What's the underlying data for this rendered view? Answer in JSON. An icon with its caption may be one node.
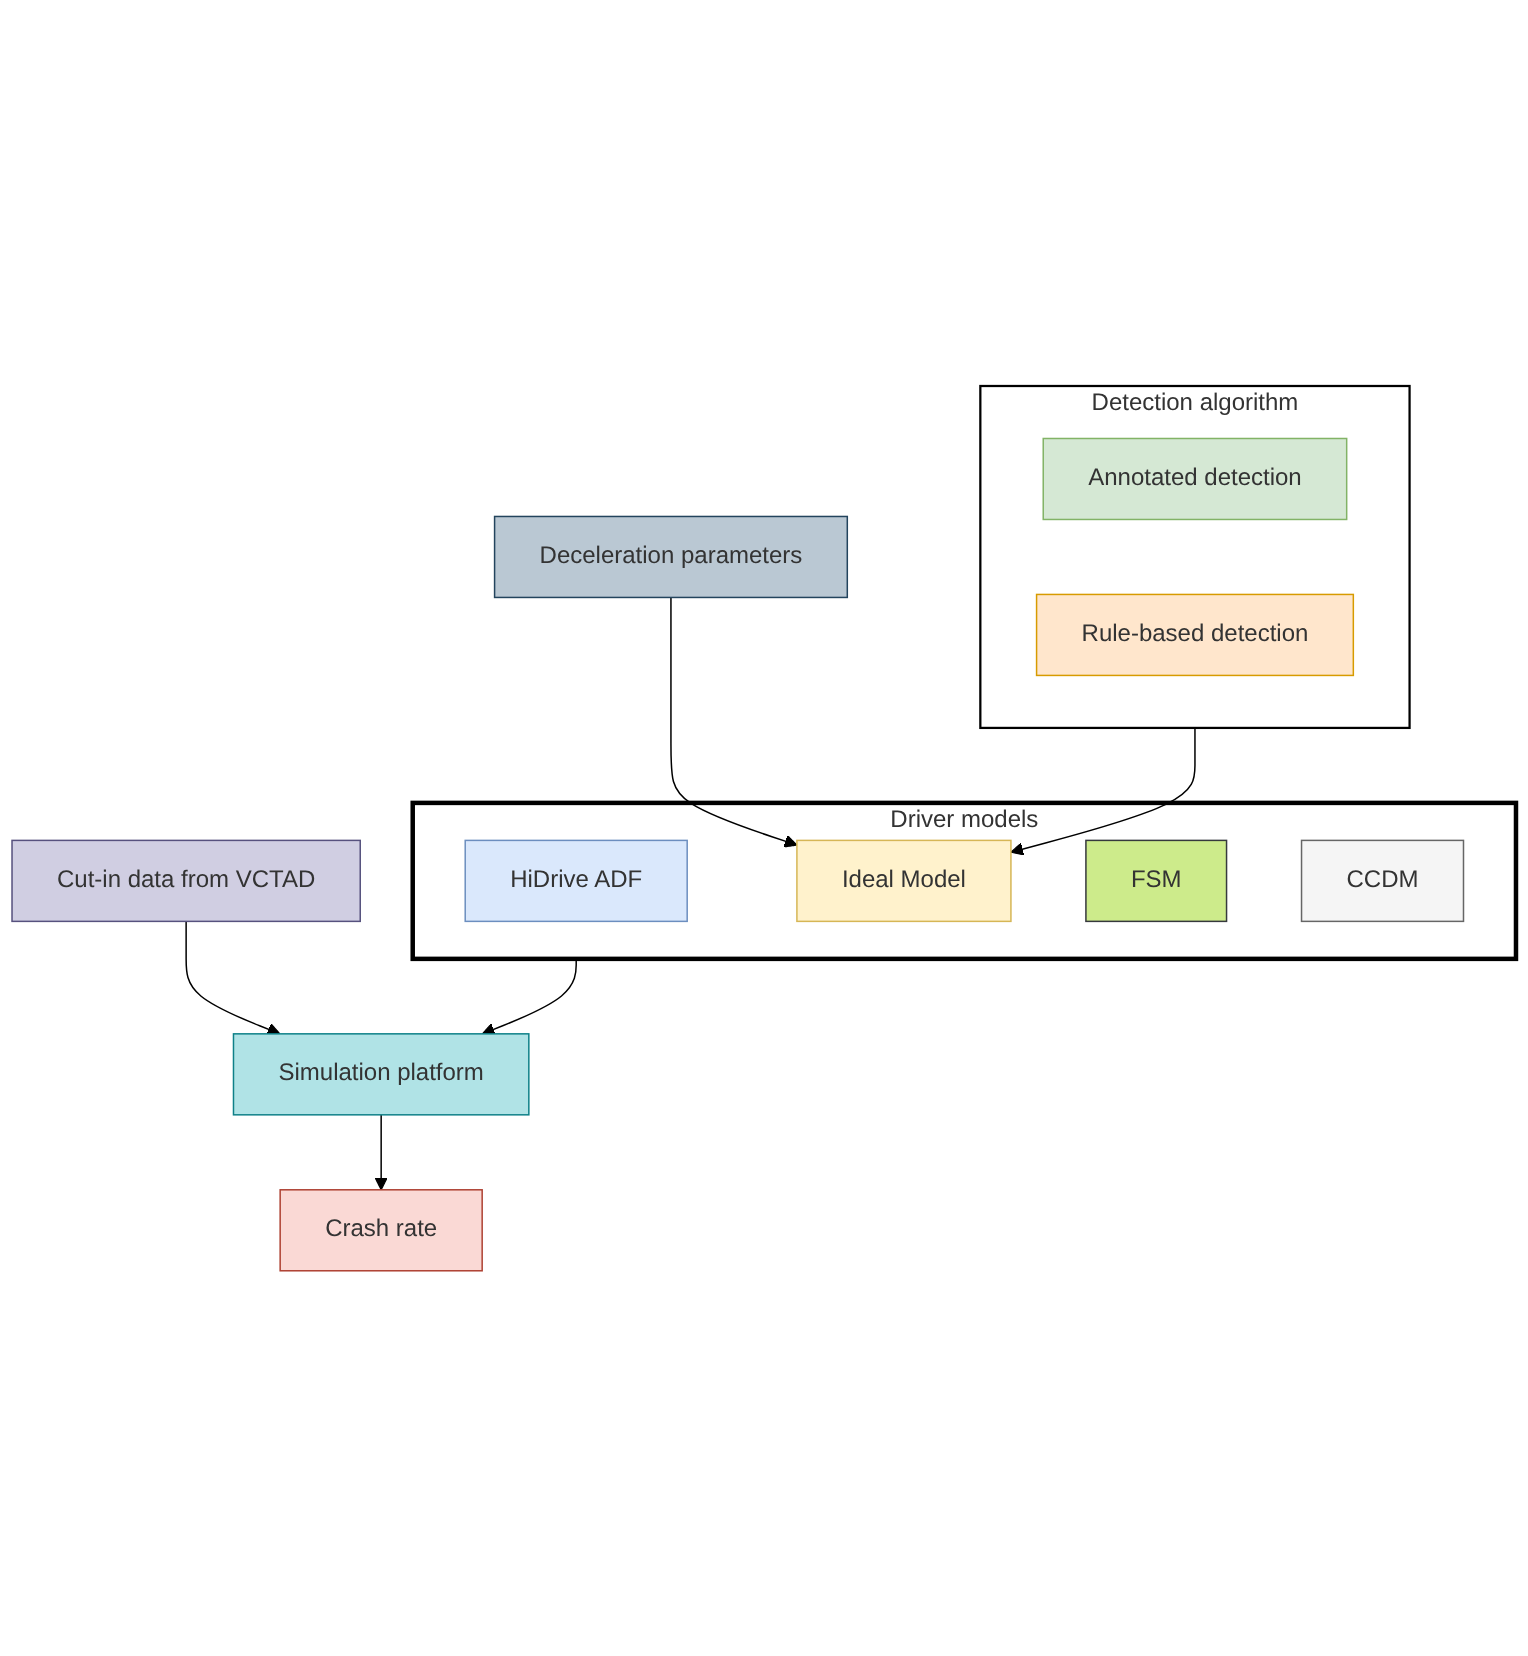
{
  "diagram": {
    "nodes": [
      {
        "text": [
          "Detection algorithm"
        ]
      },
      {
        "text": [
          "Annotated detection"
        ],
        "in": 0
      },
      {
        "text": [
          "Rule-based detection"
        ],
        "in": 0
      },
      {
        "text": [
          "Deceleration parameters"
        ]
      },
      {
        "text": [
          "Driver models"
        ]
      },
      {
        "text": [
          "HiDrive ADF"
        ],
        "in": 4
      },
      {
        "text": [
          "Ideal Model"
        ],
        "in": 4
      },
      {
        "text": [
          "FSM"
        ],
        "in": 4
      },
      {
        "text": [
          "CCDM"
        ],
        "in": 4
      },
      {
        "text": [
          "Cut-in data from VCTAD"
        ]
      },
      {
        "text": [
          "Simulation platform"
        ]
      },
      {
        "text": [
          "Crash rate"
        ]
      }
    ],
    "edges": [
      {
        "from": 0,
        "to": 6,
        "arrow": "to"
      },
      {
        "from": 3,
        "to": 6,
        "arrow": "to"
      },
      {
        "from": 4,
        "to": 10,
        "arrow": "to"
      },
      {
        "from": 9,
        "to": 10,
        "arrow": "to"
      },
      {
        "from": 10,
        "to": 11,
        "arrow": "to"
      }
    ]
  }
}
